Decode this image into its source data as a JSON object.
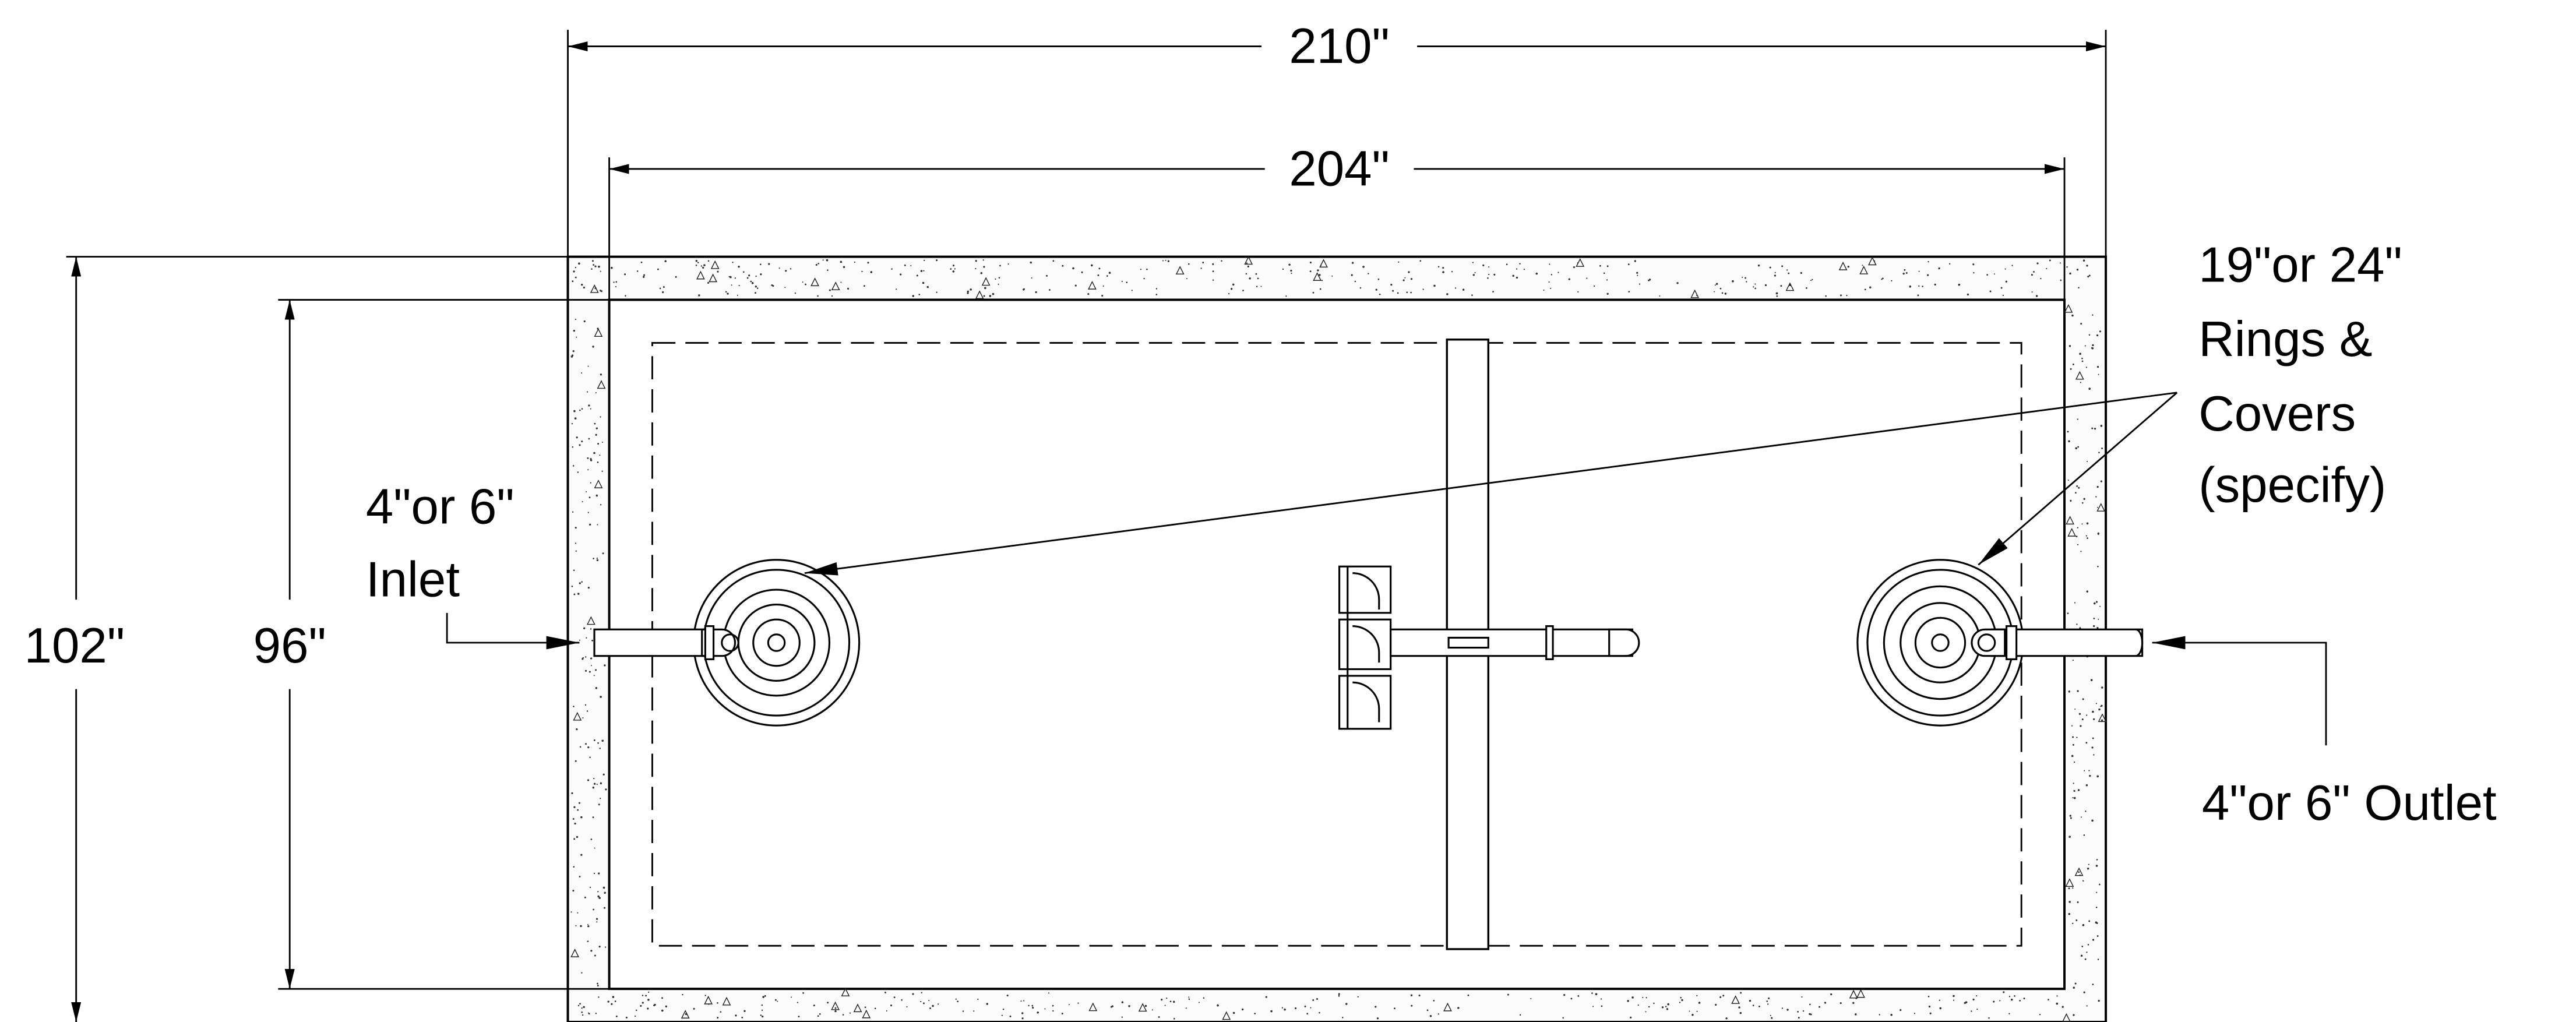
{
  "dimensions": {
    "outer_width": "210\"",
    "inner_width": "204\"",
    "outer_height": "102\"",
    "inner_height": "96\""
  },
  "callouts": {
    "inlet_line1": "4\"or 6\"",
    "inlet_line2": "Inlet",
    "outlet": "4\"or 6\" Outlet",
    "rings_line1": "19\"or 24\"",
    "rings_line2": "Rings &",
    "rings_line3": "Covers",
    "rings_line4": "(specify)"
  }
}
